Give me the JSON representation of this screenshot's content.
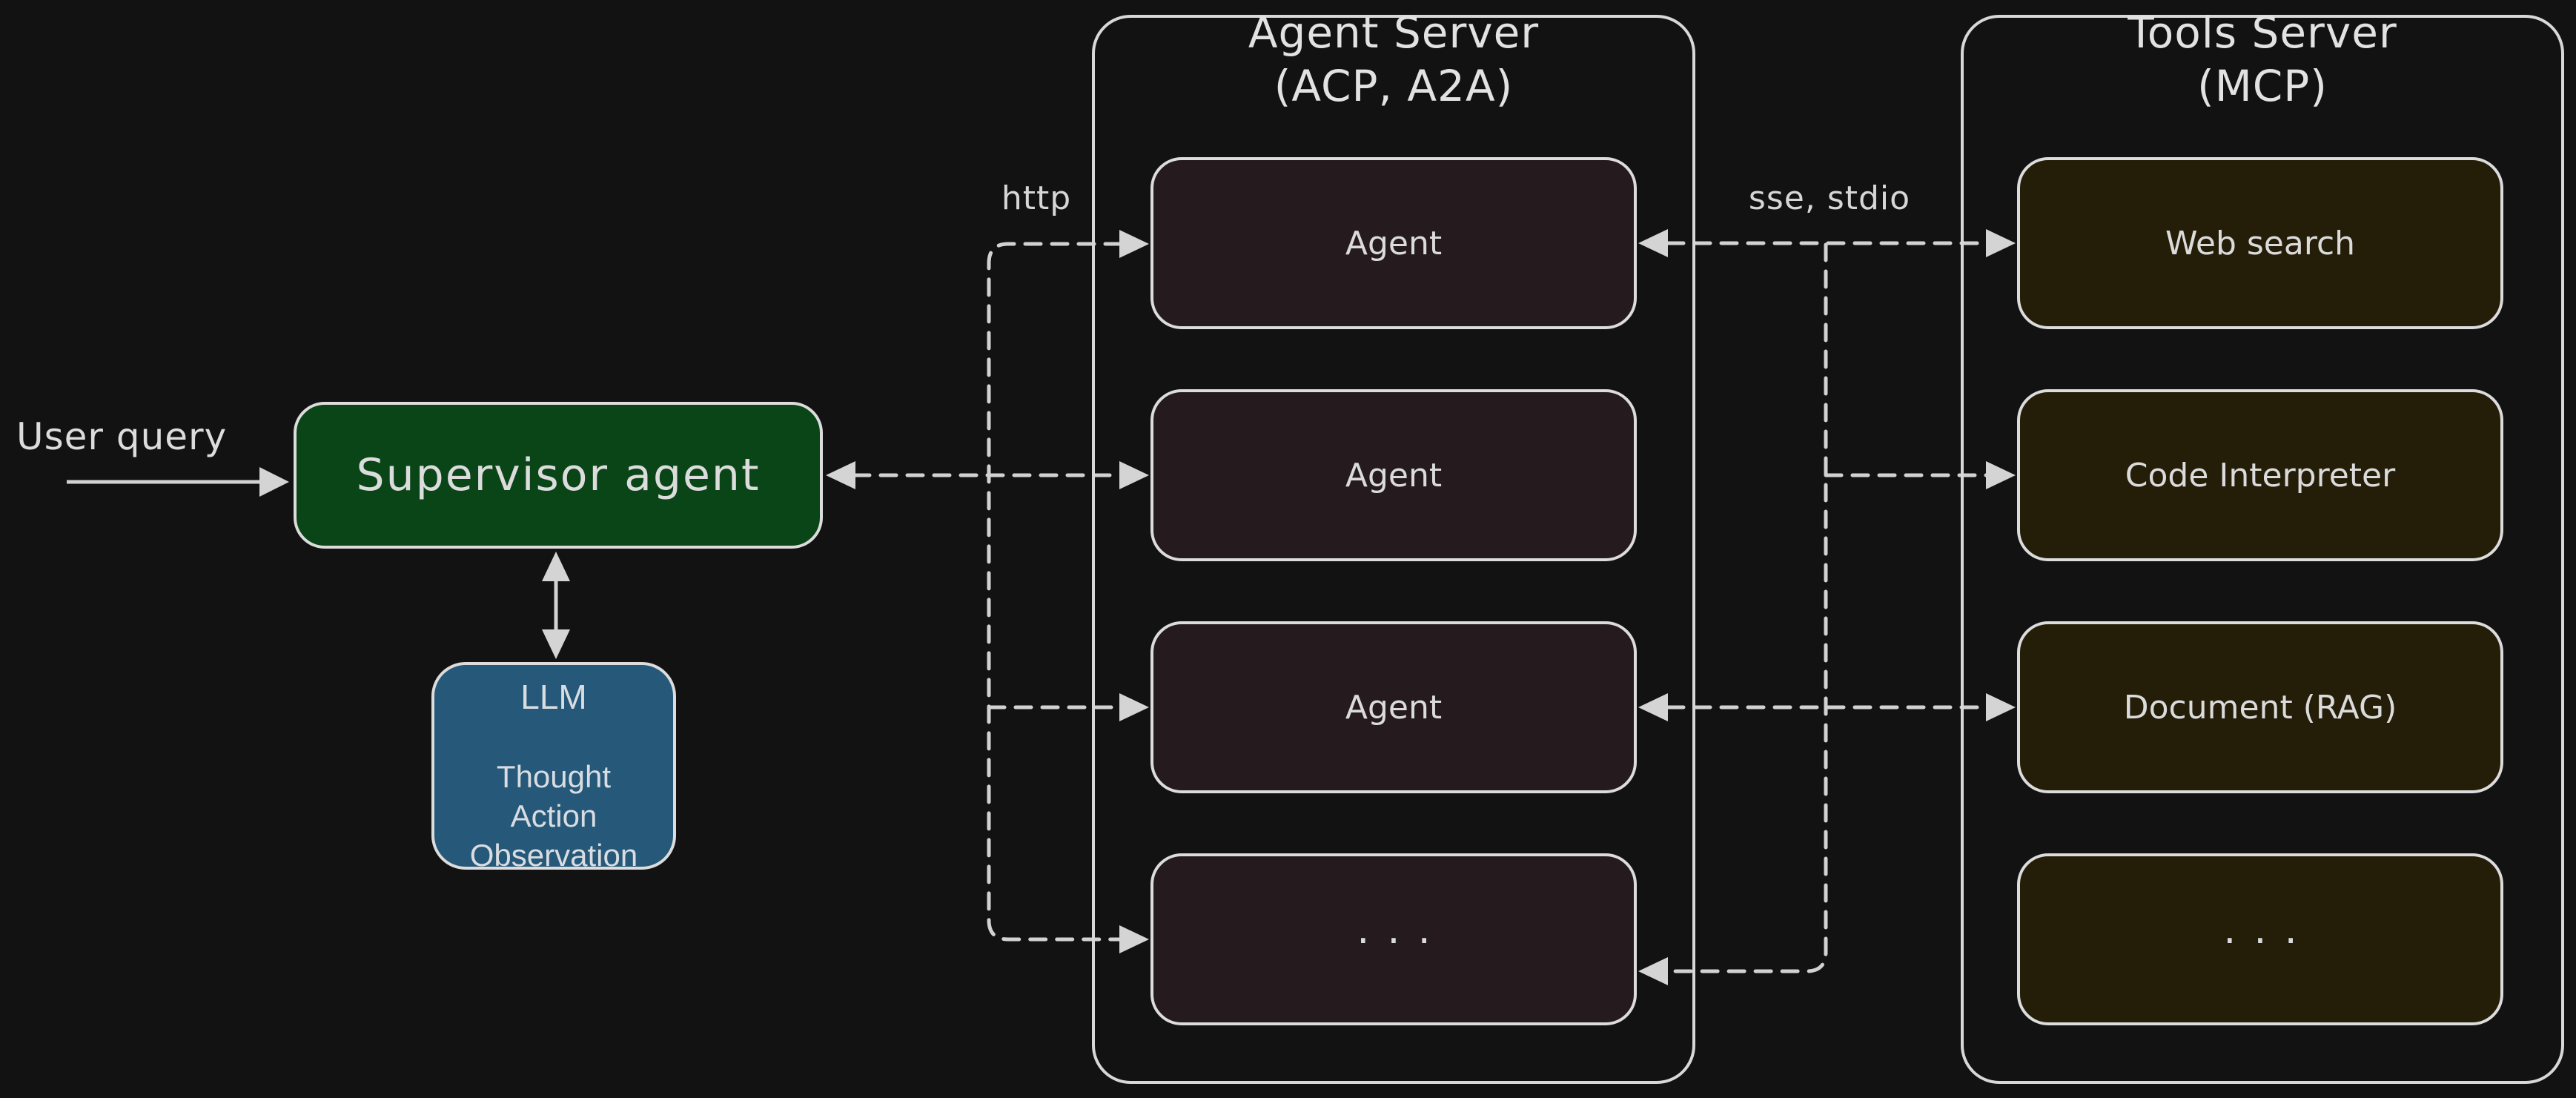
{
  "canvas": {
    "background": "#121212",
    "line_color": "#d2d2d2",
    "border_color": "#dcdcdc"
  },
  "left_flow": {
    "user_query_label": "User query",
    "supervisor": {
      "label": "Supervisor agent",
      "fill": "#094517"
    },
    "llm": {
      "title": "LLM",
      "line1": "Thought",
      "line2": "Action",
      "line3": "Observation",
      "fill": "#255879"
    }
  },
  "agent_server": {
    "title_line1": "Agent Server",
    "title_line2": "(ACP, A2A)",
    "box_fill": "#251b1f",
    "boxes": [
      {
        "label": "Agent"
      },
      {
        "label": "Agent"
      },
      {
        "label": "Agent"
      },
      {
        "label": "..."
      }
    ]
  },
  "tools_server": {
    "title_line1": "Tools Server",
    "title_line2": "(MCP)",
    "box_fill": "#241d08",
    "boxes": [
      {
        "label": "Web search"
      },
      {
        "label": "Code Interpreter"
      },
      {
        "label": "Document (RAG)"
      },
      {
        "label": "..."
      }
    ]
  },
  "connections": {
    "left_protocol_label": "http",
    "right_protocol_label": "sse, stdio"
  }
}
